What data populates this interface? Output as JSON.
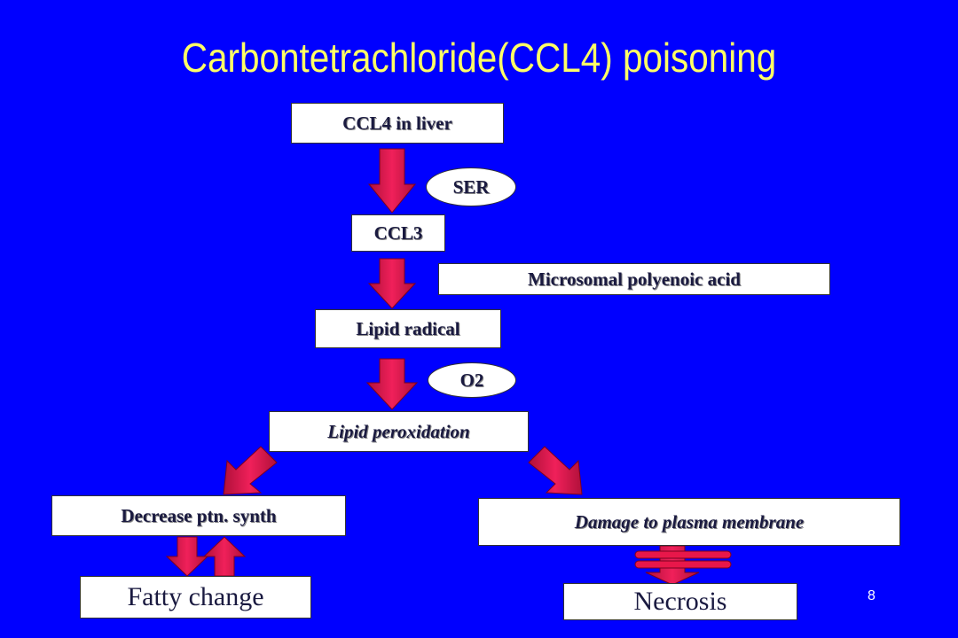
{
  "title": "Carbontetrachloride(CCL4) poisoning",
  "nodes": {
    "ccl4_in_liver": "CCL4 in liver",
    "ser": "SER",
    "ccl3": "CCL3",
    "microsomal_polyenoic_acid": "Microsomal polyenoic acid",
    "lipid_radical": "Lipid radical",
    "o2": "O2",
    "lipid_peroxidation": "Lipid peroxidation",
    "decrease_ptn_synth": "Decrease ptn. synth",
    "damage_to_plasma_membrane": "Damage to plasma membrane",
    "fatty_change": "Fatty change",
    "necrosis": "Necrosis"
  },
  "page_number": "8",
  "colors": {
    "background": "#0000ff",
    "title": "#ffff66",
    "arrow_fill": "#e8174a",
    "box_fill": "#ffffff"
  }
}
